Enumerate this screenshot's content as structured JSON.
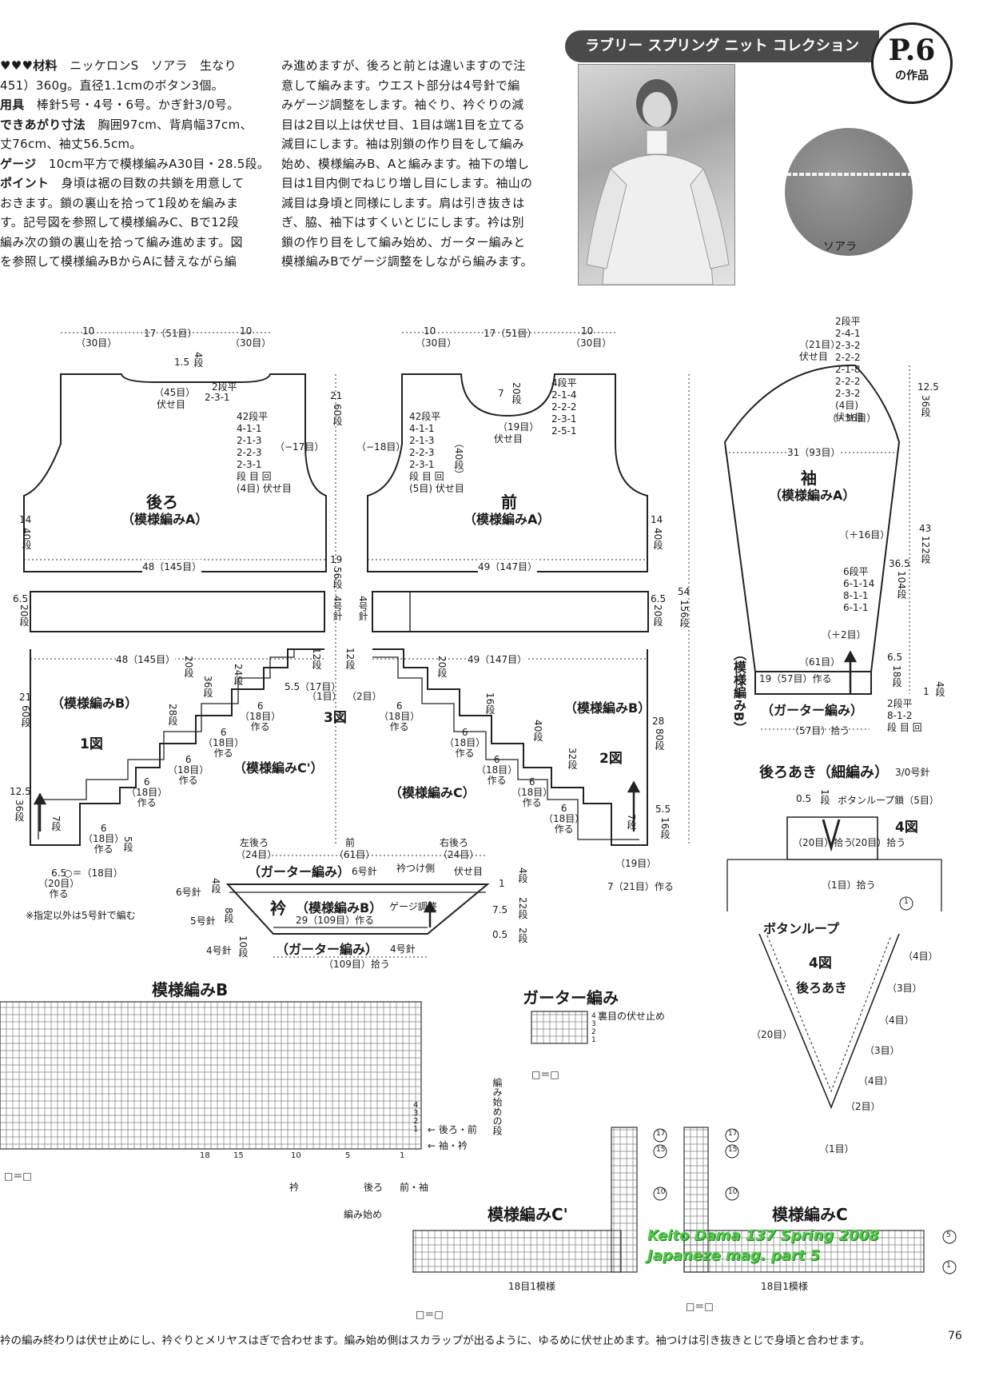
{
  "header": {
    "banner": "ラブリー スプリング ニット コレクション",
    "page_ref": "P.6",
    "page_ref_sub": "の作品",
    "yarn_label": "ソアラ"
  },
  "intro": {
    "col1": [
      {
        "head": "♥♥♥材料",
        "text": "　ニッケロンS　ソアラ　生なり"
      },
      {
        "head": "",
        "text": "451）360g。直径1.1cmのボタン3個。"
      },
      {
        "head": "用具",
        "text": "　棒針5号・4号・6号。かぎ針3/0号。"
      },
      {
        "head": "できあがり寸法",
        "text": "　胸囲97cm、背肩幅37cm、"
      },
      {
        "head": "",
        "text": "丈76cm、袖丈56.5cm。"
      },
      {
        "head": "ゲージ",
        "text": "　10cm平方で模様編みA30目・28.5段。"
      },
      {
        "head": "ポイント",
        "text": "　身頃は裾の目数の共鎖を用意して"
      },
      {
        "head": "",
        "text": "おきます。鎖の裏山を拾って1段めを編みま"
      },
      {
        "head": "",
        "text": "す。記号図を参照して模様編みC、Bで12段"
      },
      {
        "head": "",
        "text": "編み次の鎖の裏山を拾って編み進めます。図"
      },
      {
        "head": "",
        "text": "を参照して模様編みBからAに替えながら編"
      }
    ],
    "col2": [
      "み進めますが、後ろと前とは違いますので注",
      "意して編みます。ウエスト部分は4号針で編",
      "みゲージ調整をします。袖ぐり、衿ぐりの減",
      "目は2目以上は伏せ目、1目は端1目を立てる",
      "減目にします。袖は別鎖の作り目をして編み",
      "始め、模様編みB、Aと編みます。袖下の増し",
      "目は1目内側でねじり増し目にします。袖山の",
      "減目は身頃と同様にします。肩は引き抜きは",
      "ぎ、脇、袖下はすくいとじにします。衿は別",
      "鎖の作り目をして編み始め、ガーター編みと",
      "模様編みBでゲージ調整をしながら編みます。"
    ]
  },
  "back": {
    "title": "後ろ",
    "subtitle": "（模様編みA）",
    "top_left": "10",
    "top_left_sub": "（30目）",
    "top_mid": "17（51目）",
    "top_right": "10",
    "top_right_sub": "（30目）",
    "neck_depth": "1.5",
    "neck_depth_rows": "4段",
    "neck_bind": "（45目）",
    "neck_bind_label": "伏せ目",
    "neck_dec_head": "2段平",
    "neck_dec_rows": "2-3-1",
    "arm_dec": [
      "42段平",
      "4-1-1",
      "2-1-3",
      "2-2-3",
      "2-3-1",
      "段 目 回",
      "(4目) 伏せ目"
    ],
    "arm_count": "（−17目）",
    "armhole_h": "21",
    "armhole_rows": "60段",
    "side_h": "14",
    "side_rows": "40段",
    "width": "48（145目）",
    "waist_h": "6.5",
    "waist_rows": "20段",
    "waist_needle": "4号針",
    "waist_total": "19",
    "waist_total_rows": "56段",
    "hem_width": "48（145目）",
    "side_total": "54",
    "side_total_rows": "156段"
  },
  "front": {
    "title": "前",
    "subtitle": "（模様編みA）",
    "top_left": "10",
    "top_left_sub": "（30目）",
    "top_mid": "17（51目）",
    "top_right": "10",
    "top_right_sub": "（30目）",
    "neck_depth": "7",
    "neck_depth_rows": "20段",
    "neck_bind": "（19目）",
    "neck_bind_label": "伏せ目",
    "neck_dec": [
      "4段平",
      "2-1-4",
      "2-2-2",
      "2-3-1",
      "2-5-1"
    ],
    "neck_rows": "（40段）",
    "arm_dec": [
      "42段平",
      "4-1-1",
      "2-1-3",
      "2-2-3",
      "2-3-1",
      "段 目 回",
      "(5目) 伏せ目"
    ],
    "arm_count": "（−18目）",
    "side_h": "14",
    "side_rows": "40段",
    "width": "49（147目）",
    "waist_h": "6.5",
    "waist_rows": "20段",
    "waist_needle": "4号針",
    "hem_width": "49（147目）",
    "side_total": "54",
    "side_total_rows": "156段",
    "hem_h": "28",
    "hem_rows": "80段"
  },
  "hem": {
    "fig1": "1図",
    "fig2": "2図",
    "fig3": "3図",
    "patB": "（模様編みB）",
    "patC": "（模様編みC）",
    "patCp": "（模様編みC'）",
    "step": "6（18目）作る",
    "step_a": "6",
    "step_b": "（18目）",
    "step_c": "作る",
    "note": "※指定以外は5号針で編む",
    "back_start": "6.5（20目）作る",
    "back_start_a": "6.5",
    "back_start_b": "（20目）",
    "back_start_c": "作る",
    "front_start": "（19目）",
    "front_start_b": "7（21目）作る",
    "circle_note": "○＝（18目）",
    "r20": "20段",
    "r36": "36段",
    "r24": "24段",
    "r28": "28段",
    "r12": "12段",
    "r7": "7段",
    "r16": "16段",
    "r40": "40段",
    "r32": "32段",
    "r5": "5段",
    "e17": "5.5（17目）",
    "e1": "（1目）",
    "e2": "（2目）",
    "left_h": "21",
    "left_rows": "60段",
    "left_12": "12.5",
    "left_36": "36段",
    "right_55": "5.5",
    "right_16": "16段"
  },
  "sleeve": {
    "title": "袖",
    "subtitle": "（模様編みA）",
    "cap_top": "（21目）",
    "cap_top_label": "伏せ目",
    "cap_dec": [
      "2段平",
      "2-4-1",
      "2-3-2",
      "2-2-2",
      "2-1-8",
      "2-2-2",
      "2-3-2",
      "(4目)",
      "伏せ目"
    ],
    "cap_count": "（−36目）",
    "cap_h": "12.5",
    "cap_rows": "36段",
    "width": "31（93目）",
    "inc": "（＋16目）",
    "inc_dec": [
      "6段平",
      "6-1-14",
      "8-1-1",
      "6-1-1"
    ],
    "len": "43",
    "len_rows": "122段",
    "body_h": "36.5",
    "body_rows": "104段",
    "inc2": "（＋2目）",
    "cuff_w": "（61目）",
    "cuff_make": "19（57目）作る",
    "cuff_pattern": "（ガーター編み）",
    "cuff_pick": "（57目）拾う",
    "cuff_h": "6.5",
    "cuff_rows": "18段",
    "cuff_dec": [
      "2段平",
      "8-1-2",
      "段 目 回"
    ],
    "side_label": "（模様編みB）",
    "bottom": "1",
    "bottom_rows": "4段"
  },
  "back_opening": {
    "title": "後ろあき（細編み）",
    "hook": "3/0号針",
    "top": "0.5",
    "top_rows": "1段",
    "loop": "ボタンループ鎖（5目）",
    "left": "（20目）拾う",
    "right": "（20目）拾う",
    "bottom": "（1目）拾う",
    "fig": "4図"
  },
  "collar": {
    "left_back": "左後ろ",
    "left_back_n": "（24目）",
    "front": "前",
    "front_n": "（61目）",
    "right_back": "右後ろ",
    "right_back_n": "（24目）",
    "top_band": "（ガーター編み）",
    "top_needle": "6号針",
    "neck_side": "衿つけ側",
    "bind": "伏せ目",
    "title": "衿",
    "pattern": "（模様編みB）",
    "gauge": "ゲージ調整",
    "inner": "29（109目）作る",
    "bottom_band": "（ガーター編み）",
    "bottom_needle": "4号針",
    "bottom_pick": "（109目）拾う",
    "n6": "6号針",
    "n6r": "4段",
    "n5": "5号針",
    "n5r": "8段",
    "n4": "4号針",
    "n4r": "10段",
    "h1": "1",
    "h1r": "4段",
    "h75": "7.5",
    "h75r": "22段",
    "h05": "0.5",
    "h05r": "2段"
  },
  "patternB": {
    "title": "模様編みB",
    "rows_right": [
      "4",
      "3",
      "2",
      "1"
    ],
    "labels": [
      "← 後ろ・前",
      "← 袖・衿"
    ],
    "start_label": "編み始めの段",
    "col_nums": [
      "18",
      "15",
      "10",
      "5",
      "1"
    ],
    "bottom": [
      "衿",
      "後ろ",
      "前・袖"
    ],
    "start": "編み始め",
    "legend": "□＝□"
  },
  "garter": {
    "title": "ガーター編み",
    "note": "裏目の伏せ止め",
    "rows": [
      "4",
      "3",
      "2",
      "1"
    ],
    "legend": "□＝□"
  },
  "patternC1": {
    "title": "模様編みC'",
    "repeat": "18目1模様",
    "legend": "□＝□",
    "markers": [
      "17",
      "15",
      "10"
    ]
  },
  "patternC": {
    "title": "模様編みC",
    "repeat": "18目1模様",
    "legend": "□＝□",
    "markers": [
      "17",
      "15",
      "10",
      "5",
      "1"
    ]
  },
  "button_loop": {
    "title": "ボタンループ",
    "fig": "4図",
    "sub": "後ろあき",
    "counts": [
      "（4目）",
      "（3目）",
      "（4目）",
      "（3目）",
      "（4目）",
      "（2目）",
      "（1目）"
    ],
    "left": "（20目）",
    "marker": "1"
  },
  "footer": {
    "text": "衿の編み終わりは伏せ止めにし、衿ぐりとメリヤスはぎで合わせます。編み始め側はスカラップが出るように、ゆるめに伏せ止めます。袖つけは引き抜きとじで身頃と合わせます。",
    "page": "76"
  },
  "watermark": {
    "line1": "Keito Dama 137 Spring 2008",
    "line2": "Japaneze mag. part 5"
  }
}
